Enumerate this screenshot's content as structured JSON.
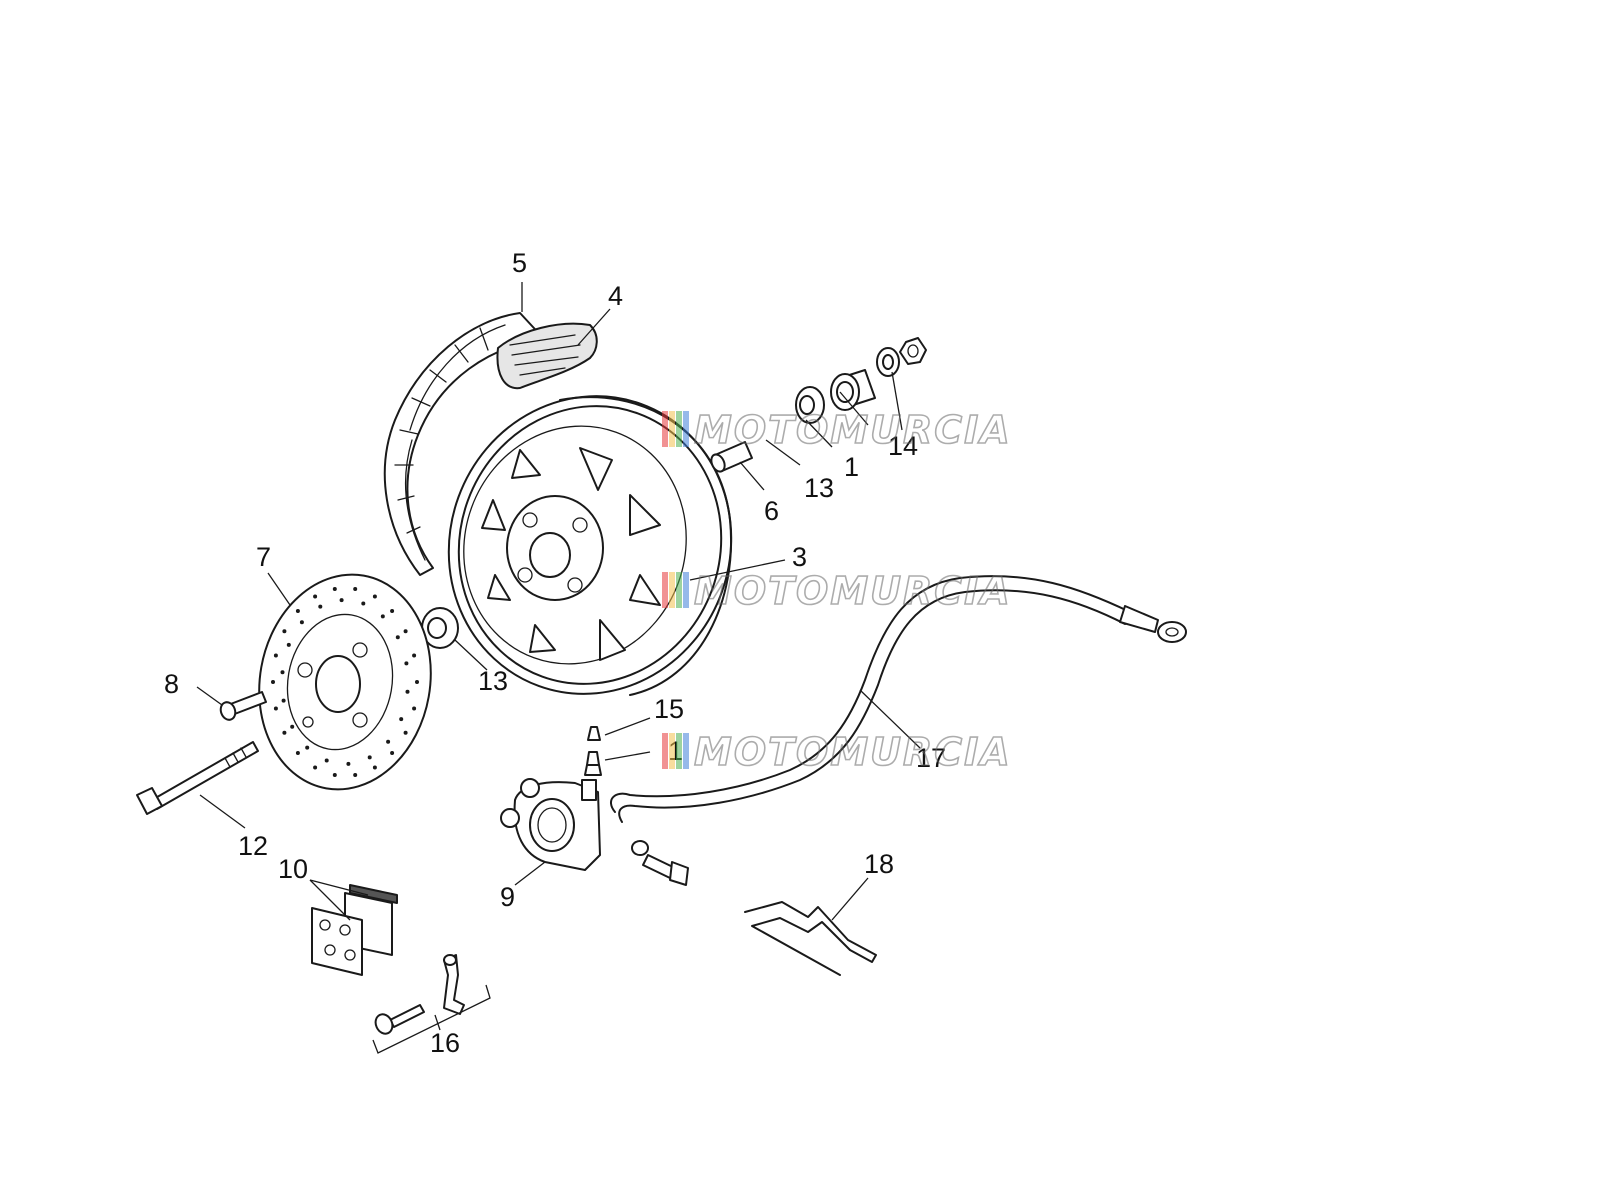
{
  "callouts": [
    {
      "id": "c5",
      "label": "5"
    },
    {
      "id": "c4",
      "label": "4"
    },
    {
      "id": "c14",
      "label": "14"
    },
    {
      "id": "c1a",
      "label": "1"
    },
    {
      "id": "c13a",
      "label": "13"
    },
    {
      "id": "c6",
      "label": "6"
    },
    {
      "id": "c3",
      "label": "3"
    },
    {
      "id": "c7a",
      "label": "7"
    },
    {
      "id": "c8",
      "label": "8"
    },
    {
      "id": "c13b",
      "label": "13"
    },
    {
      "id": "c15",
      "label": "15"
    },
    {
      "id": "c1b",
      "label": "1"
    },
    {
      "id": "c17",
      "label": "17"
    },
    {
      "id": "c12",
      "label": "12"
    },
    {
      "id": "c10",
      "label": "10"
    },
    {
      "id": "c9",
      "label": "9"
    },
    {
      "id": "c18",
      "label": "18"
    },
    {
      "id": "c16",
      "label": "16"
    }
  ],
  "watermark": {
    "text": "MOTOMURCIA",
    "stripe_colors": [
      "#e5383b",
      "#f2c14e",
      "#4caf50",
      "#3f7fd9"
    ]
  }
}
